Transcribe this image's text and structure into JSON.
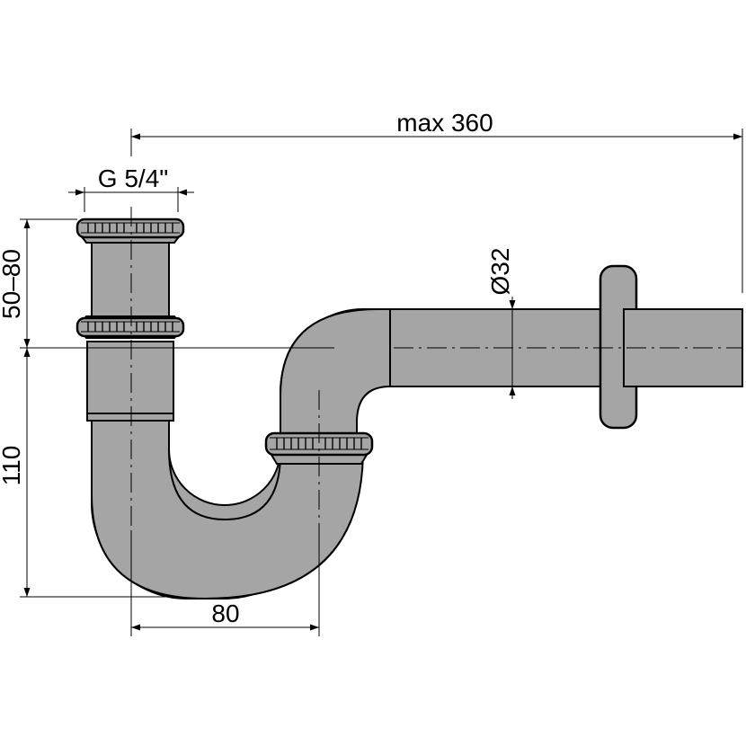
{
  "dimensions": {
    "max_length": "max 360",
    "thread": "G 5/4\"",
    "adjustable_height": "50–80",
    "trap_height": "110",
    "trap_offset": "80",
    "pipe_diameter": "Ø32"
  },
  "colors": {
    "pipe_fill": "#a5a5a5",
    "pipe_light": "#c8c8c8",
    "outline": "#000000",
    "background": "#ffffff"
  }
}
